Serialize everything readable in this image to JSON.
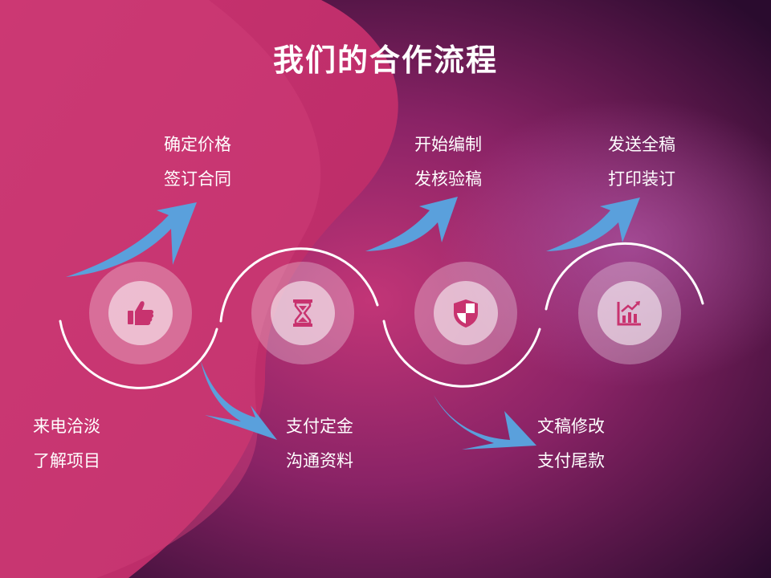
{
  "title": "我们的合作流程",
  "steps": [
    {
      "label_top": "",
      "label_bottom": "",
      "lines": [
        "来电洽淡",
        "了解项目"
      ],
      "icon": "thumbs-up-icon"
    },
    {
      "lines": [
        "确定价格",
        "签订合同"
      ],
      "icon": "hourglass-icon"
    },
    {
      "lines": [
        "支付定金",
        "沟通资料"
      ],
      "icon": "shield-icon"
    },
    {
      "lines": [
        "开始编制",
        "发核验稿"
      ],
      "icon": "bar-chart-icon"
    },
    {
      "lines": [
        "文稿修改",
        "支付尾款"
      ]
    },
    {
      "lines": [
        "发送全稿",
        "打印装订"
      ]
    }
  ],
  "colors": {
    "accent": "#c8336f",
    "arrow": "#5aa0dc",
    "bg_dark": "#3a0f3e"
  }
}
